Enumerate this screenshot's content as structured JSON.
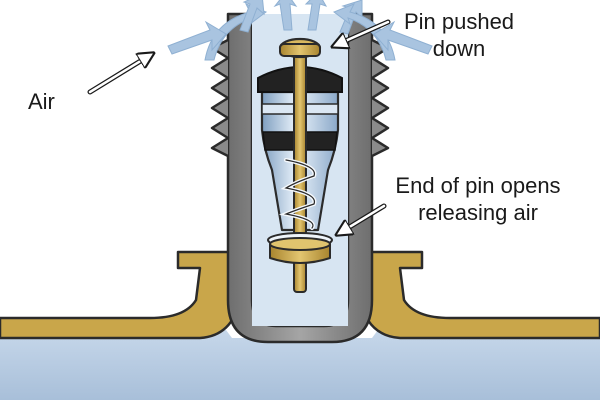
{
  "labels": {
    "air": "Air",
    "pin_pushed_line1": "Pin pushed",
    "pin_pushed_line2": "down",
    "pin_end_line1": "End of pin opens",
    "pin_end_line2": "releasing air"
  },
  "colors": {
    "tire_blue": "#bccfe4",
    "valve_body_grey": "#8a8a8a",
    "brass": "#c9a64a",
    "core_glass": "#b9d3ea",
    "air_arrow": "#a9c4e0",
    "seal_black": "#222222",
    "outline": "#2b2b2b"
  },
  "icons": [
    "air-flow-arrows",
    "label-arrow",
    "spring-icon",
    "rubber-seal"
  ]
}
